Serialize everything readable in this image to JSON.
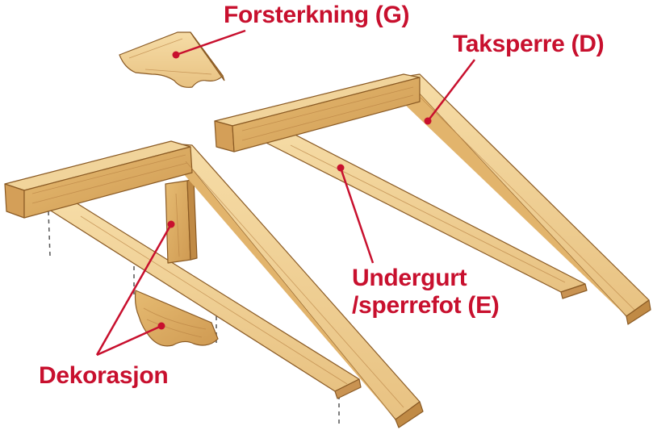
{
  "labels": {
    "forsterkning": "Forsterkning (G)",
    "taksperre": "Taksperre (D)",
    "undergurt_line1": "Undergurt",
    "undergurt_line2": "/sperrefot (E)",
    "dekorasjon": "Dekorasjon"
  },
  "colors": {
    "label_red": "#c8102e",
    "wood_top": "#f2d39a",
    "wood_side": "#dcae66",
    "wood_dark": "#c08a45",
    "wood_edge": "#8a5a24",
    "dash": "#555555"
  }
}
